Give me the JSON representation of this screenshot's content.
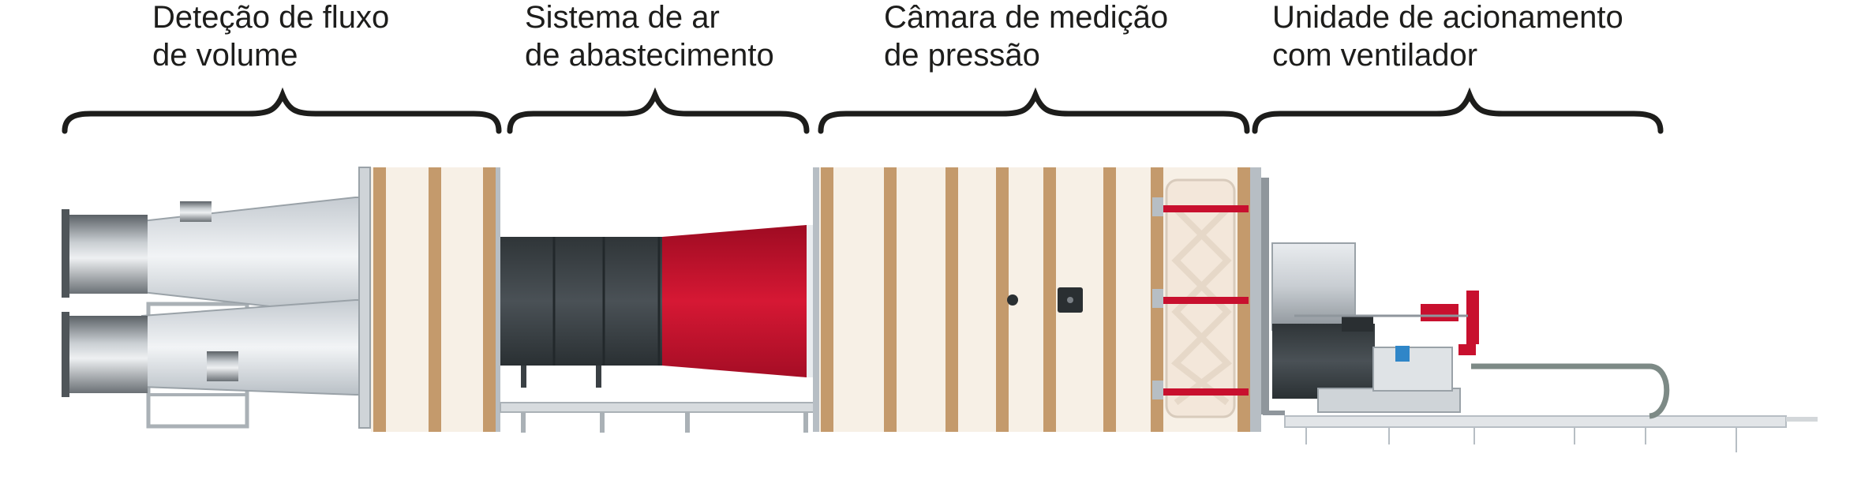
{
  "sections": [
    {
      "line1": "Deteção de fluxo",
      "line2": "de volume"
    },
    {
      "line1": "Sistema de ar",
      "line2": "de abastecimento"
    },
    {
      "line1": "Câmara de medição",
      "line2": "de pressão"
    },
    {
      "line1": "Unidade de acionamento",
      "line2": "com ventilador"
    }
  ],
  "colors": {
    "text": "#1d1d1b",
    "brace": "#1d1d1b",
    "wood_frame": "#c49a6c",
    "panel": "#f7f0e6",
    "duct_dark": "#3d4347",
    "duct_red": "#c8102e",
    "steel": "#b7bec4"
  }
}
